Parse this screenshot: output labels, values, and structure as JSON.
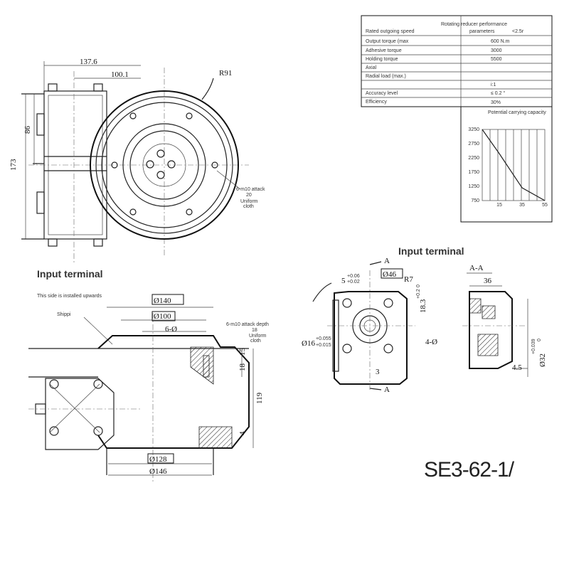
{
  "model": "SE3-62-1/",
  "headings": {
    "input_terminal_left": "Input terminal",
    "input_terminal_right": "Input terminal",
    "installed_upward": "This side is installed upwards",
    "shipping": "Shippi",
    "section_aa": "A-A",
    "section_mark": "A"
  },
  "top_view": {
    "dim_137": "137.6",
    "dim_100": "100.1",
    "dim_r91": "R91",
    "dim_86": "86",
    "dim_173": "173",
    "note_attack": "6-m10 attack",
    "note_depth": "20",
    "note_uniform": "Uniform",
    "note_cloth": "cloth"
  },
  "front_view": {
    "dim_140": "Ø140",
    "dim_100": "Ø100",
    "dim_6m": "6-Ø",
    "note_attack_depth": "6-m10 attack depth",
    "note_depth_val": "18",
    "note_uniform": "Uniform",
    "note_cloth": "cloth",
    "dim_18": "18",
    "dim_15": "15",
    "dim_119": "119",
    "dim_4": "4",
    "dim_128": "Ø128",
    "dim_146": "Ø146"
  },
  "input_view": {
    "dim_5": "5",
    "tol_5_upper": "+0.06",
    "tol_5_lower": "+0.02",
    "dim_46": "Ø46",
    "dim_r7": "R7",
    "dim_18_3": "18.3",
    "tol_18_upper": "+0.2",
    "tol_18_lower": "0",
    "dim_16": "Ø16",
    "tol_16_upper": "+0.055",
    "tol_16_lower": "+0.015",
    "dim_4phi": "4-Ø",
    "dim_3": "3"
  },
  "section_view": {
    "dim_36": "36",
    "dim_4_5": "4.5",
    "dim_32": "Ø32",
    "tol_32_upper": "+0.039",
    "tol_32_lower": "0"
  },
  "spec_table": {
    "title": "Rotating reducer performance",
    "subtitle": "parameters",
    "rated_speed": "Rated outgoing speed",
    "rated_speed_val": "<2.5r",
    "rows": [
      {
        "label": "Output torque (max",
        "value": "600 N.m"
      },
      {
        "label": "Adhesive torque",
        "value": "3000"
      },
      {
        "label": "Holding torque",
        "value": "5500"
      },
      {
        "label": "Axial",
        "value": ""
      },
      {
        "label": "Radial load (max.)",
        "value": ""
      },
      {
        "label": "",
        "value": "i:1"
      },
      {
        "label": "",
        "value": "≤ 0.2 °"
      },
      {
        "label": "",
        "value": "30%"
      }
    ],
    "label_accuracy": "Accuracy level",
    "label_efficiency": "Efficiency",
    "chart_title": "Potential carrying capacity",
    "chart_ticks": [
      "3250",
      "2750",
      "2250",
      "1750",
      "1250",
      "750"
    ],
    "chart_xticks": [
      "15",
      "35",
      "55"
    ]
  },
  "chart_data": {
    "type": "line",
    "title": "Potential carrying capacity",
    "xlabel": "",
    "ylabel": "",
    "x": [
      0,
      15,
      35,
      55
    ],
    "series": [
      {
        "values": [
          3250,
          2400,
          1200,
          750
        ]
      }
    ],
    "ylim": [
      750,
      3250
    ],
    "xlim": [
      0,
      55
    ]
  }
}
